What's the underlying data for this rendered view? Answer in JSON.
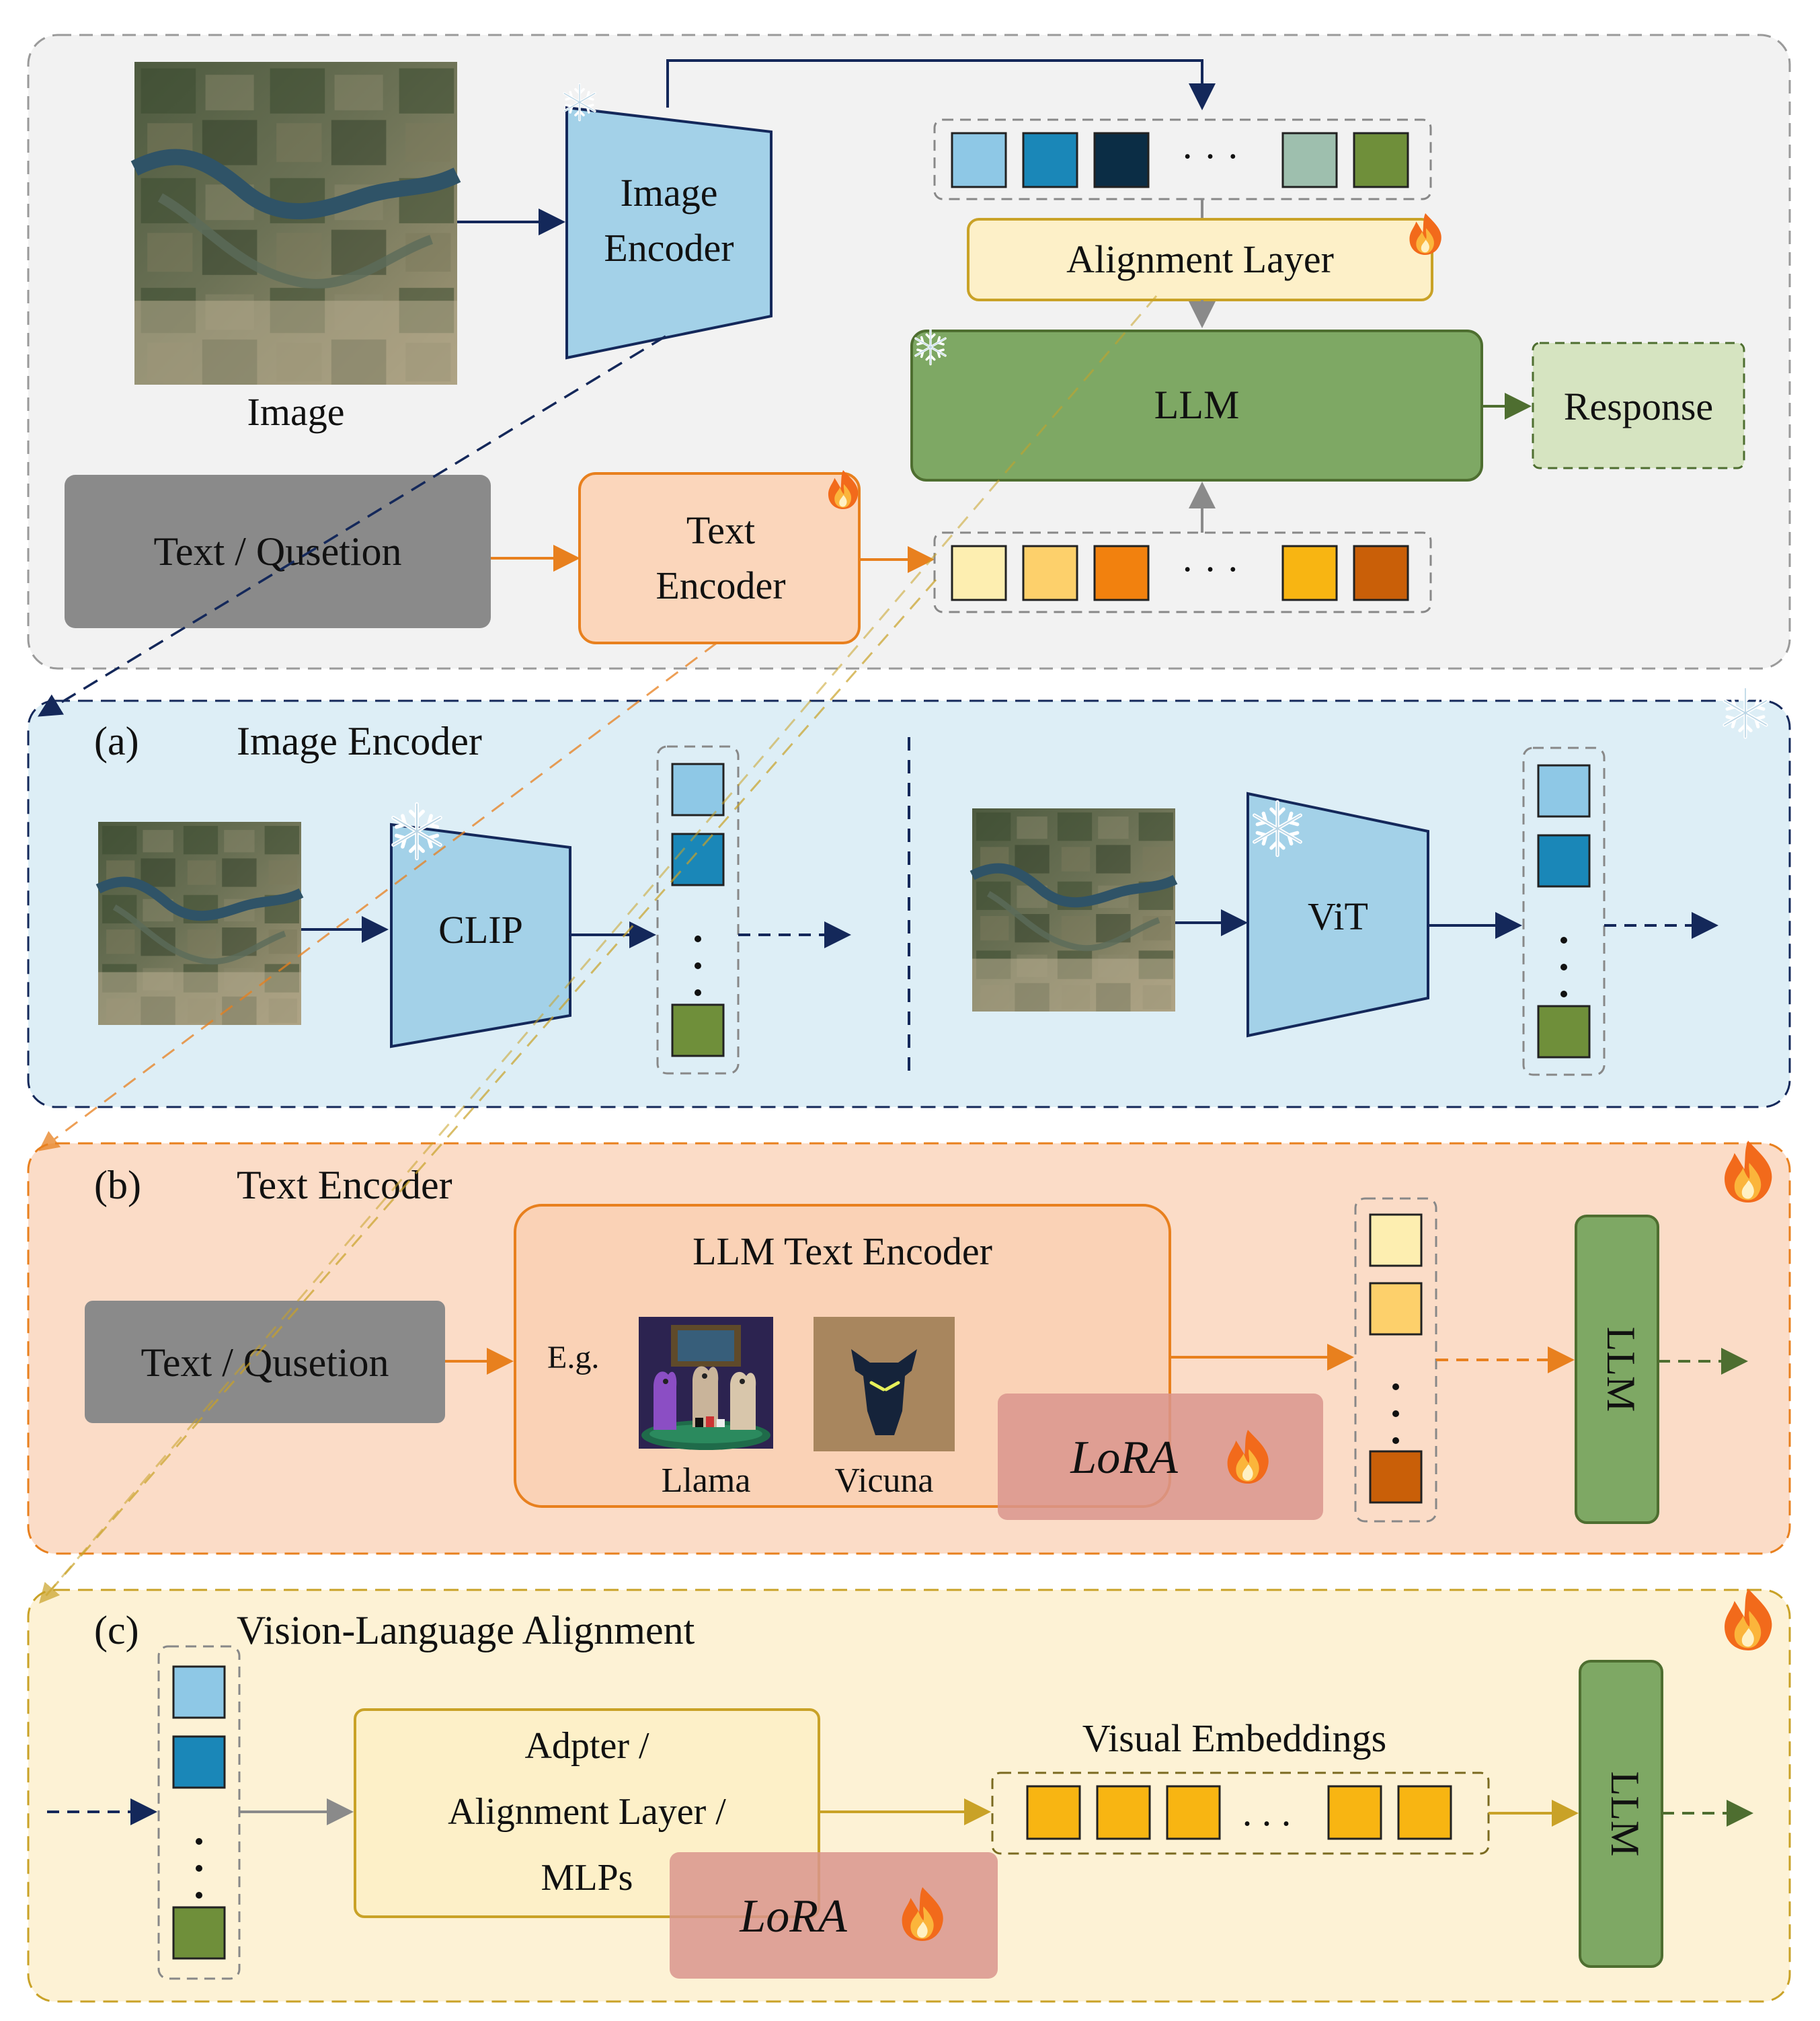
{
  "colors": {
    "navy": "#14285a",
    "orange": "#e8801e",
    "gold": "#c9a227",
    "green": "#7ea864",
    "gray_box": "#8a8a8a",
    "light_blue_fill": "#a3d1e8",
    "lora_fill": "#d9958d",
    "top_panel_bg": "#f2f2f2",
    "panel_a_bg": "#ddeef6",
    "panel_b_bg": "#fbdcc7",
    "panel_c_bg": "#fdf2d5"
  },
  "top": {
    "image_caption": "Image",
    "image_encoder": [
      "Image",
      "Encoder"
    ],
    "alignment_layer": "Alignment Layer",
    "llm": "LLM",
    "response": "Response",
    "text_question": "Text / Qusetion",
    "text_encoder": [
      "Text",
      "Encoder"
    ],
    "visual_tokens": [
      "#8ec8e6",
      "#1a87b8",
      "#0b2d45",
      "#9ebfae",
      "#6f8f3a"
    ],
    "text_tokens": [
      "#fdeeb0",
      "#fdd06b",
      "#f2810e",
      "#f8b512",
      "#c95f08"
    ]
  },
  "panel_a": {
    "label": "(a)",
    "title": "Image Encoder",
    "clip": "CLIP",
    "vit": "ViT"
  },
  "panel_b": {
    "label": "(b)",
    "title": "Text Encoder",
    "text_question": "Text / Qusetion",
    "llm_text_encoder": "LLM Text Encoder",
    "eg": "E.g.",
    "llama": "Llama",
    "vicuna": "Vicuna",
    "lora": "LoRA",
    "llm": "LLM"
  },
  "panel_c": {
    "label": "(c)",
    "title": "Vision-Language Alignment",
    "adapter": [
      "Adpter /",
      "Alignment Layer /",
      "MLPs"
    ],
    "visual_embeddings": "Visual Embeddings",
    "lora": "LoRA",
    "llm": "LLM"
  }
}
